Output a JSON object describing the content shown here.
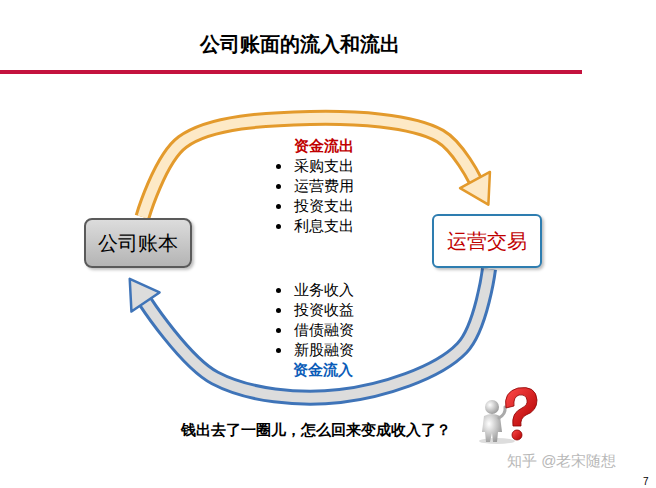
{
  "diagram": {
    "title": "公司账面的流入和流出",
    "nodes": [
      {
        "text": [
          "公司账本"
        ]
      },
      {
        "text": [
          "运营交易"
        ]
      }
    ],
    "edges": [
      {
        "from": 0,
        "to": 1,
        "arrow": "to"
      },
      {
        "from": 1,
        "to": 0,
        "arrow": "to"
      }
    ],
    "labels": [
      "资金流出",
      "采购支出",
      "运营费用",
      "投资支出",
      "利息支出",
      "业务收入",
      "投资收益",
      "借债融资",
      "新股融资",
      "资金流入",
      "钱出去了一圈儿，怎么回来变成收入了？",
      "知乎 @老宋随想",
      "7"
    ]
  }
}
